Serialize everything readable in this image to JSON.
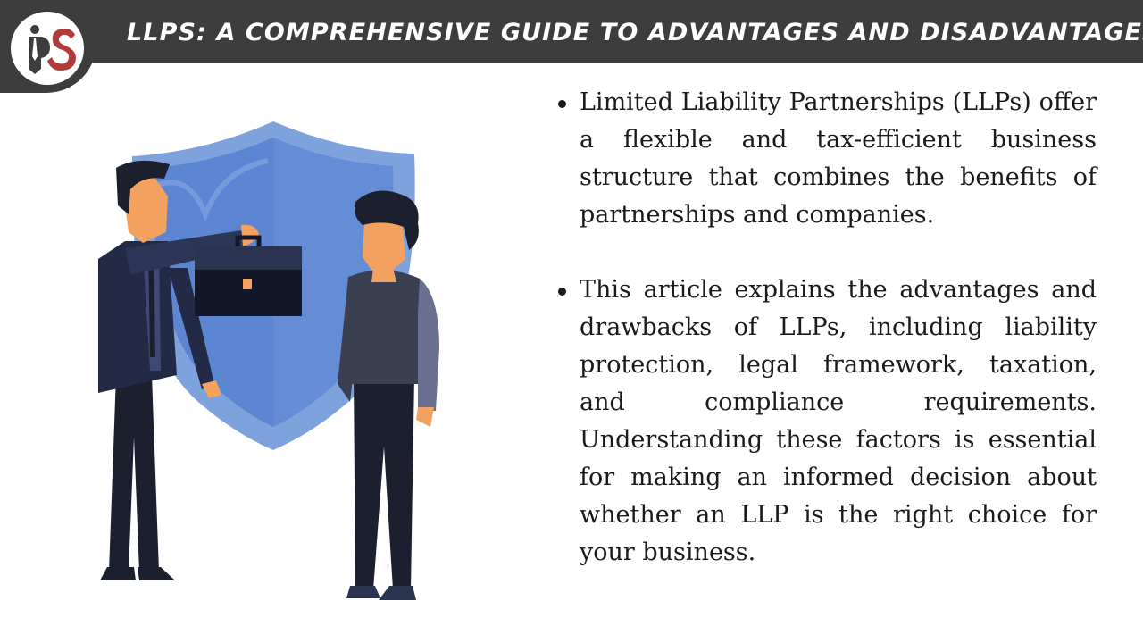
{
  "header": {
    "title": "LLPS: A COMPREHENSIVE GUIDE TO ADVANTAGES AND DISADVANTAGES",
    "logo_text": "PS"
  },
  "illustration": {
    "description_icon": "businessman-handing-briefcase-shield-icon"
  },
  "content": {
    "bullets": [
      "Limited Liability Partnerships (LLPs) offer a flexible and tax-efficient business structure that combines the benefits of partnerships and companies.",
      "This article explains the advantages and drawbacks of LLPs, including liability protection, legal framework, taxation, and compliance requirements. Understanding these factors is essential for making an informed decision about whether an LLP is the right choice for your business."
    ]
  },
  "colors": {
    "header_bg": "#3d3d3d",
    "logo_red": "#b33a3a",
    "shield_blue": "#5c86d2"
  }
}
